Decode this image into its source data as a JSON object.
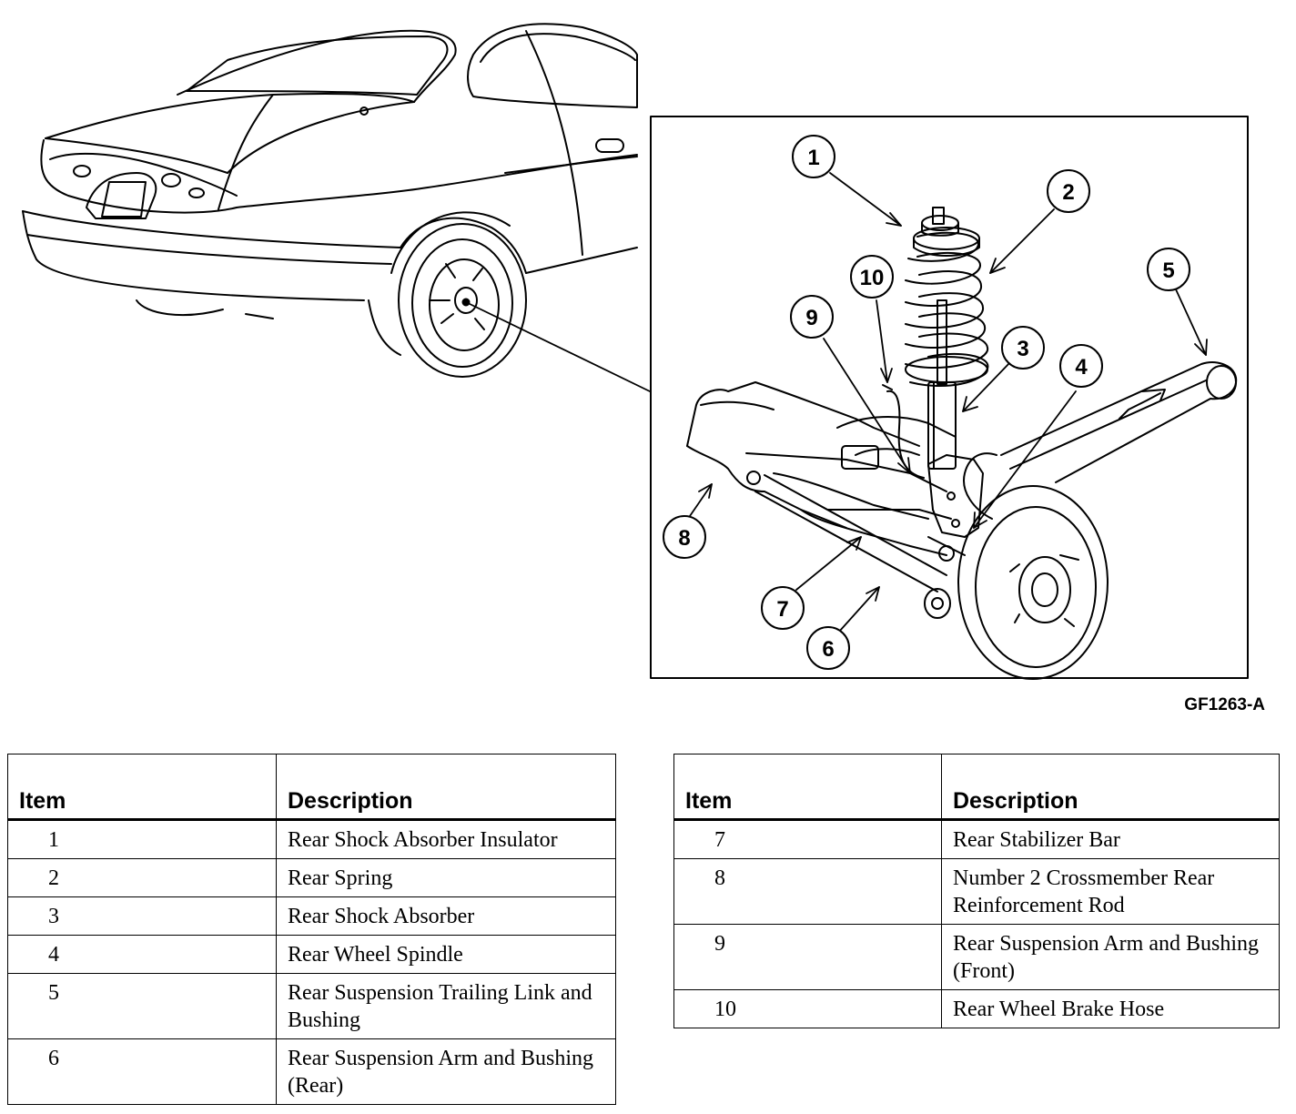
{
  "figure": {
    "code": "GF1263-A",
    "callouts": [
      "1",
      "2",
      "3",
      "4",
      "5",
      "6",
      "7",
      "8",
      "9",
      "10"
    ]
  },
  "tables": {
    "left": {
      "headers": {
        "item": "Item",
        "description": "Description"
      },
      "rows": [
        {
          "item": "1",
          "description": "Rear Shock Absorber Insulator"
        },
        {
          "item": "2",
          "description": "Rear Spring"
        },
        {
          "item": "3",
          "description": "Rear Shock Absorber"
        },
        {
          "item": "4",
          "description": "Rear Wheel Spindle"
        },
        {
          "item": "5",
          "description": "Rear Suspension Trailing Link and Bushing"
        },
        {
          "item": "6",
          "description": "Rear Suspension Arm and Bushing (Rear)"
        }
      ]
    },
    "right": {
      "headers": {
        "item": "Item",
        "description": "Description"
      },
      "rows": [
        {
          "item": "7",
          "description": "Rear Stabilizer Bar"
        },
        {
          "item": "8",
          "description": "Number 2 Crossmember Rear Reinforcement Rod"
        },
        {
          "item": "9",
          "description": "Rear Suspension Arm and Bushing (Front)"
        },
        {
          "item": "10",
          "description": "Rear Wheel Brake Hose"
        }
      ]
    }
  }
}
